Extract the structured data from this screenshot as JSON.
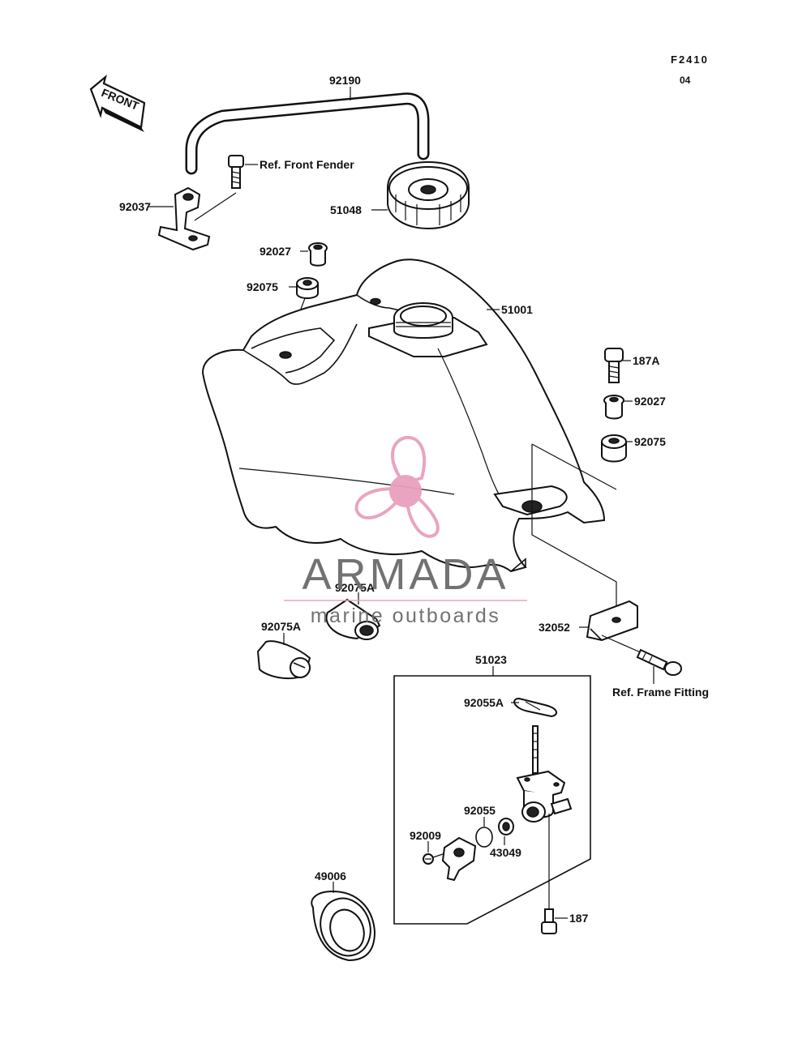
{
  "diagram": {
    "code": "F2410",
    "revision": "04",
    "front_label": "FRONT",
    "parts": {
      "hose": "92190",
      "fender_ref": "Ref. Front Fender",
      "bracket_left": "92037",
      "cap": "51048",
      "collar_top": "92027",
      "damper_top": "92075",
      "tank": "51001",
      "bolt_right": "187A",
      "collar_right": "92027",
      "damper_right": "92075",
      "damper_mid": "92075A",
      "damper_left": "92075A",
      "bracket_right": "32052",
      "frame_ref": "Ref. Frame Fitting",
      "fuel_tap_assy": "51023",
      "gasket": "92055A",
      "oring": "92055",
      "screw": "92009",
      "filter": "43049",
      "bolt_bottom": "187",
      "cap_seal": "49006"
    }
  },
  "watermark": {
    "brand": "ARMADA",
    "tagline": "marine outboards",
    "color": "#e8a0bd"
  }
}
